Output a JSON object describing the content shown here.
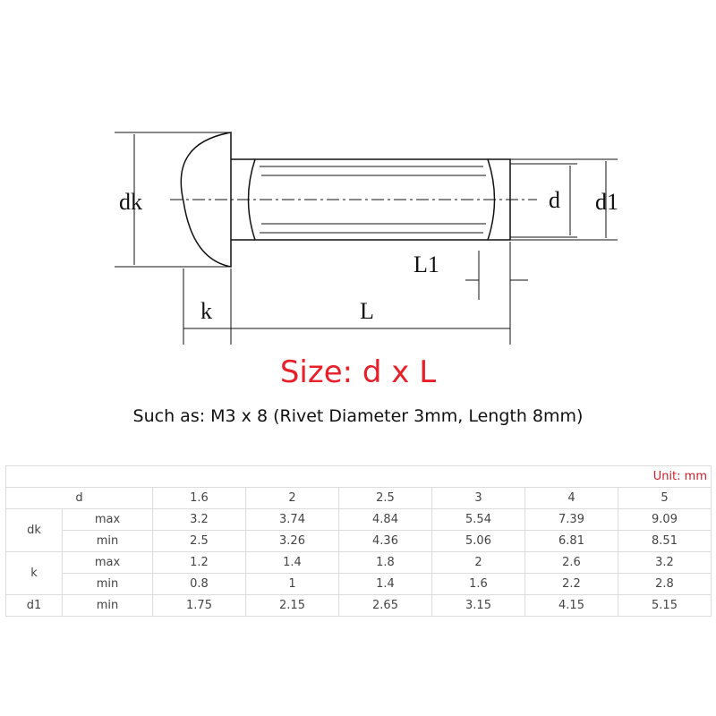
{
  "diagram": {
    "labels": {
      "dk": "dk",
      "d": "d",
      "d1": "d1",
      "L1": "L1",
      "k": "k",
      "L": "L"
    }
  },
  "title": "Size: d x L",
  "subtitle": "Such as: M3 x 8 (Rivet Diameter 3mm, Length 8mm)",
  "table": {
    "unit": "Unit: mm",
    "header_label": "d",
    "sizes": [
      "1.6",
      "2",
      "2.5",
      "3",
      "4",
      "5"
    ],
    "rows": [
      {
        "group": "dk",
        "sub": "max",
        "values": [
          "3.2",
          "3.74",
          "4.84",
          "5.54",
          "7.39",
          "9.09"
        ]
      },
      {
        "group": "",
        "sub": "min",
        "values": [
          "2.5",
          "3.26",
          "4.36",
          "5.06",
          "6.81",
          "8.51"
        ]
      },
      {
        "group": "k",
        "sub": "max",
        "values": [
          "1.2",
          "1.4",
          "1.8",
          "2",
          "2.6",
          "3.2"
        ]
      },
      {
        "group": "",
        "sub": "min",
        "values": [
          "0.8",
          "1",
          "1.4",
          "1.6",
          "2.2",
          "2.8"
        ]
      },
      {
        "group": "d1",
        "sub": "min",
        "values": [
          "1.75",
          "2.15",
          "2.65",
          "3.15",
          "4.15",
          "5.15"
        ]
      }
    ]
  }
}
